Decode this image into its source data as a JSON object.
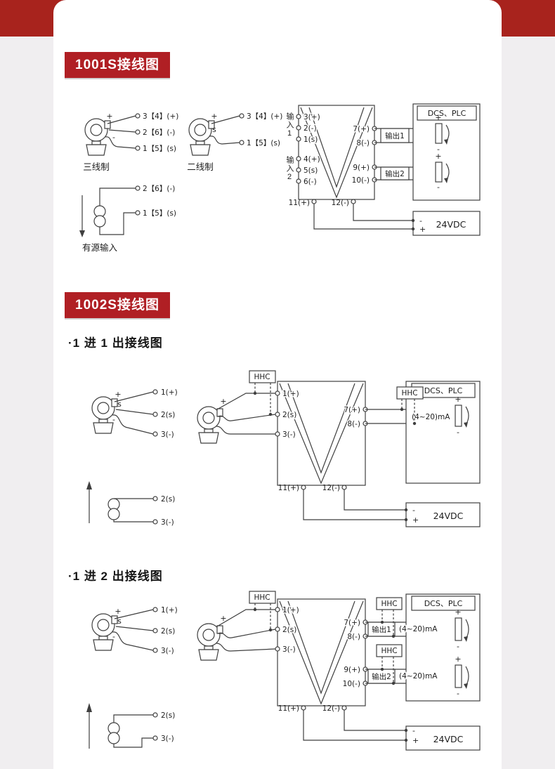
{
  "colors": {
    "badge_red": "#b01f24",
    "banner_red": "#a8231d",
    "page_bg": "#f0eef0",
    "line": "#3f3f3f",
    "text": "#1d1d1d"
  },
  "badges": {
    "s1001": "1001S接线图",
    "s1002": "1002S接线图"
  },
  "subtitles": {
    "one_in_one_out": "·1 进 1 出接线图",
    "one_in_two_out": "·1 进 2 出接线图"
  },
  "symbols": {
    "plus": "+",
    "minus": "-",
    "s": "s"
  },
  "modules": {
    "hhc": "HHC",
    "dcs_plc": "DCS、PLC",
    "power": "24VDC",
    "signal_ma": "(4~20)mA",
    "out1": "输出1",
    "out2": "输出2",
    "in1": "输入1",
    "in2": "输入2"
  },
  "terminals": {
    "t1p": "1(+)",
    "t2s": "2(s)",
    "t3m": "3(-)",
    "t3p": "3(+)",
    "t2m": "2(-)",
    "t1s": "1(s)",
    "t4p": "4(+)",
    "t5s": "5(s)",
    "t6m": "6(-)",
    "t7": "7(+)",
    "t8": "8(-)",
    "t9": "9(+)",
    "t10": "10(-)",
    "t11": "11(+)",
    "t12": "12(-)",
    "w3": "3【4】(+)",
    "w2": "2【6】(-)",
    "w1": "1【5】(s)"
  },
  "captions": {
    "three_wire": "三线制",
    "two_wire": "二线制",
    "active_input": "有源输入"
  }
}
